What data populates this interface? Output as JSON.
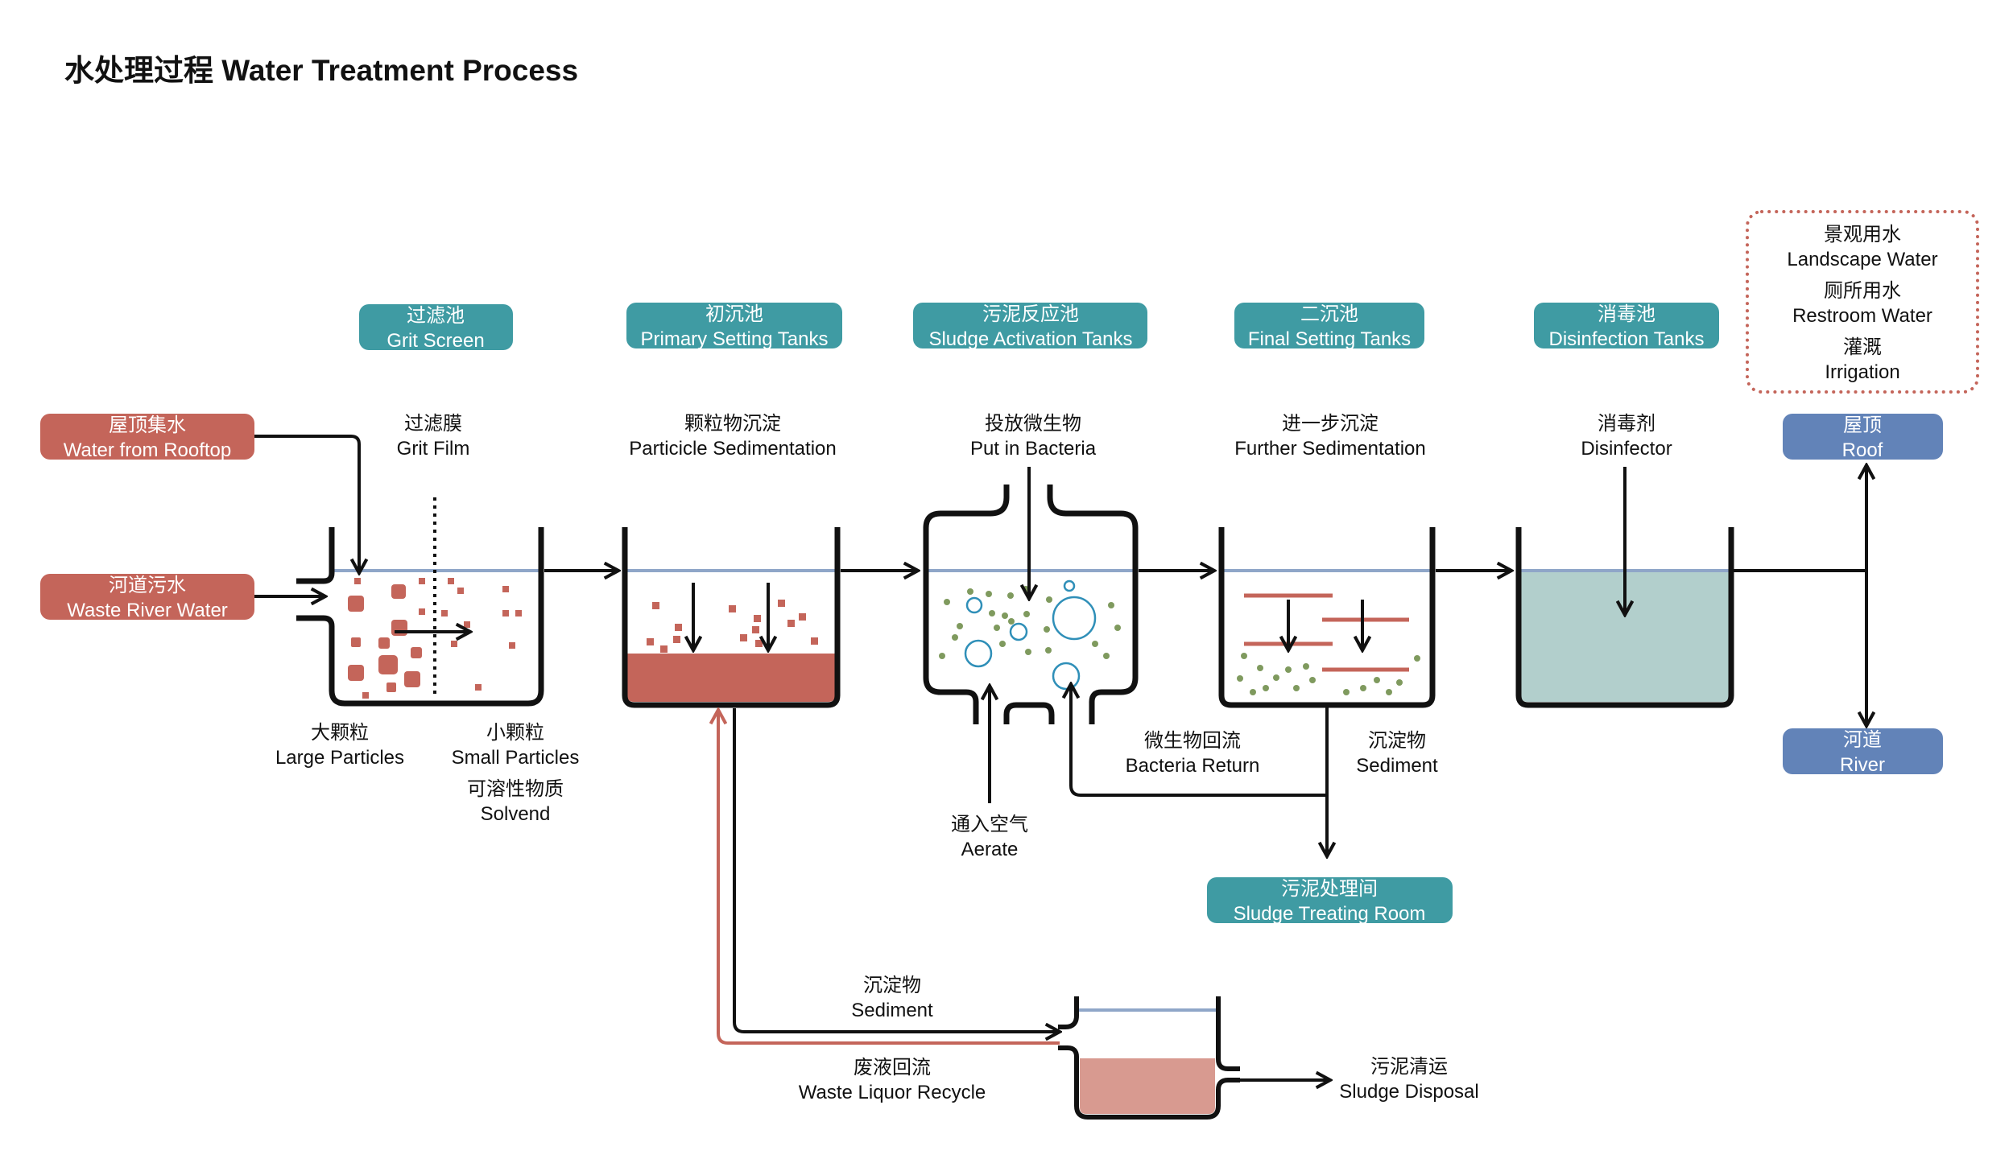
{
  "title": "水处理过程 Water Treatment Process",
  "colors": {
    "ink": "#111111",
    "teal": "#3f9ba3",
    "red": "#c4655a",
    "blue": "#6283b8",
    "water": "#8fa6c8",
    "tankFill": "#b2cfcc",
    "sludge": "#c4655a",
    "sludgeLight": "#d89a90",
    "bubble": "#2f8fb8",
    "green": "#7f9a5e",
    "dotted": "#c4655a"
  },
  "stages": {
    "grit": [
      "过滤池",
      "Grit Screen"
    ],
    "primary": [
      "初沉池",
      "Primary Setting Tanks"
    ],
    "activation": [
      "污泥反应池",
      "Sludge Activation Tanks"
    ],
    "final": [
      "二沉池",
      "Final Setting Tanks"
    ],
    "disinfection": [
      "消毒池",
      "Disinfection Tanks"
    ],
    "sludgeRoom": [
      "污泥处理间",
      "Sludge Treating Room"
    ]
  },
  "inputs": {
    "rooftop": [
      "屋顶集水",
      "Water from Rooftop"
    ],
    "river": [
      "河道污水",
      "Waste River Water"
    ]
  },
  "outputs": {
    "roof": [
      "屋顶",
      "Roof"
    ],
    "riverOut": [
      "河道",
      "River"
    ]
  },
  "uses": [
    "景观用水",
    "Landscape Water",
    "厕所用水",
    "Restroom Water",
    "灌溉",
    "Irrigation"
  ],
  "labels": {
    "gritFilm": [
      "过滤膜",
      "Grit Film"
    ],
    "sedimentation": [
      "颗粒物沉淀",
      "Particicle Sedimentation"
    ],
    "bacteria": [
      "投放微生物",
      "Put in Bacteria"
    ],
    "further": [
      "进一步沉淀",
      "Further Sedimentation"
    ],
    "disinfector": [
      "消毒剂",
      "Disinfector"
    ],
    "large": [
      "大颗粒",
      "Large Particles"
    ],
    "small": [
      "小颗粒",
      "Small Particles"
    ],
    "solvend": [
      "可溶性物质",
      "Solvend"
    ],
    "aerate": [
      "通入空气",
      "Aerate"
    ],
    "bacteriaReturn": [
      "微生物回流",
      "Bacteria Return"
    ],
    "sediment1": [
      "沉淀物",
      "Sediment"
    ],
    "sediment2": [
      "沉淀物",
      "Sediment"
    ],
    "wasteLiquor": [
      "废液回流",
      "Waste Liquor Recycle"
    ],
    "disposal": [
      "污泥清运",
      "Sludge Disposal"
    ]
  }
}
